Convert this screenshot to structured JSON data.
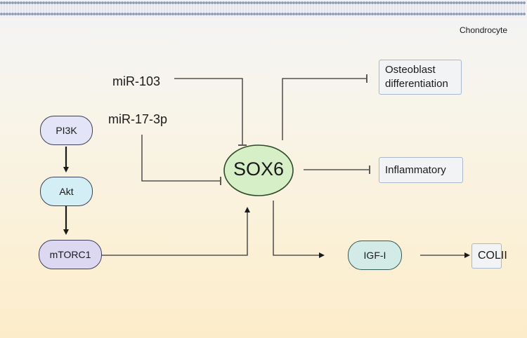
{
  "cell_label": "Chondrocyte",
  "regulators": {
    "mir103": "miR-103",
    "mir17": "miR-17-3p"
  },
  "pathway": {
    "pi3k": "PI3K",
    "akt": "Akt",
    "mtorc1": "mTORC1"
  },
  "center": "SOX6",
  "targets": {
    "osteoblast_line1": "Osteoblast",
    "osteoblast_line2": "differentiation",
    "inflammatory": "Inflammatory",
    "igf": "IGF-I",
    "colii": "COLII"
  },
  "colors": {
    "pi3k_fill": "#e3e4f7",
    "akt_fill": "#d3eef5",
    "mtorc1_fill": "#ddd8f2",
    "igf_fill": "#d2ebe6",
    "sox6_fill": "#d6efc7",
    "sox6_stroke": "#2f4a2a",
    "membrane": "#8a9bb4"
  }
}
